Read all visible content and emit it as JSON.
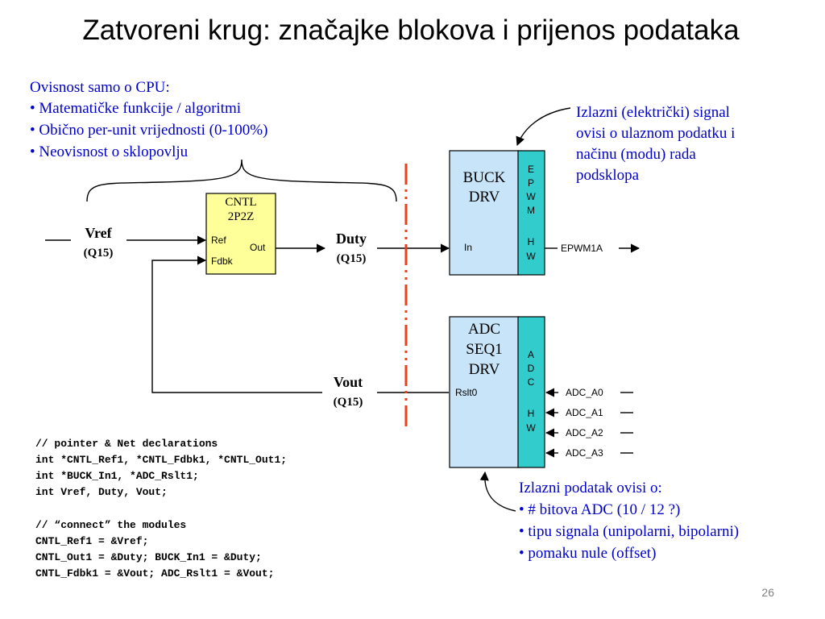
{
  "title": "Zatvoreni krug: značajke blokova i prijenos podataka",
  "cpu_note": {
    "heading": "Ovisnost samo o CPU:",
    "items": [
      "• Matematičke funkcije / algoritmi",
      "• Obično per-unit vrijednosti (0-100%)",
      "• Neovisnost o sklopovlju"
    ]
  },
  "output_note": {
    "lines": [
      "Izlazni (električki) signal",
      "ovisi o ulaznom podatku i",
      "načinu (modu) rada",
      "podsklopa"
    ]
  },
  "cntl_block": {
    "title_lines": [
      "CNTL",
      "2P2Z"
    ],
    "ref": "Ref",
    "fdbk": "Fdbk",
    "out": "Out"
  },
  "vref": {
    "name": "Vref",
    "format": "(Q15)"
  },
  "duty": {
    "name": "Duty",
    "format": "(Q15)"
  },
  "vout": {
    "name": "Vout",
    "format": "(Q15)"
  },
  "buck_block": {
    "title_lines": [
      "BUCK",
      "DRV"
    ],
    "in": "In",
    "hw_letters_top": [
      "E",
      "P",
      "W",
      "M"
    ],
    "hw_letters_bottom": [
      "H",
      "W"
    ],
    "output": "EPWM1A"
  },
  "adc_block": {
    "title_lines": [
      "ADC",
      "SEQ1",
      "DRV"
    ],
    "rslt": "Rslt0",
    "hw_letters_top": [
      "A",
      "D",
      "C"
    ],
    "hw_letters_bottom": [
      "H",
      "W"
    ],
    "inputs": [
      "ADC_A0",
      "ADC_A1",
      "ADC_A2",
      "ADC_A3"
    ]
  },
  "code_lines": [
    "// pointer & Net declarations",
    "int *CNTL_Ref1, *CNTL_Fdbk1, *CNTL_Out1;",
    "int *BUCK_In1, *ADC_Rslt1;",
    "int Vref, Duty, Vout;",
    "",
    "// “connect” the modules",
    "CNTL_Ref1 = &Vref;",
    "CNTL_Out1 = &Duty; BUCK_In1 = &Duty;",
    "CNTL_Fdbk1 = &Vout; ADC_Rslt1 = &Vout;"
  ],
  "adc_note": {
    "heading": "Izlazni podatak ovisi o:",
    "items": [
      "• # bitova ADC (10 / 12 ?)",
      "• tipu signala (unipolarni, bipolarni)",
      "• pomaku nule (offset)"
    ]
  },
  "page_number": "26",
  "colors": {
    "note_text": "#0000cc",
    "cntl_fill": "#ffff99",
    "drv_fill": "#c7e4f8",
    "hw_fill": "#33cccc",
    "divider": "#e8401c"
  }
}
